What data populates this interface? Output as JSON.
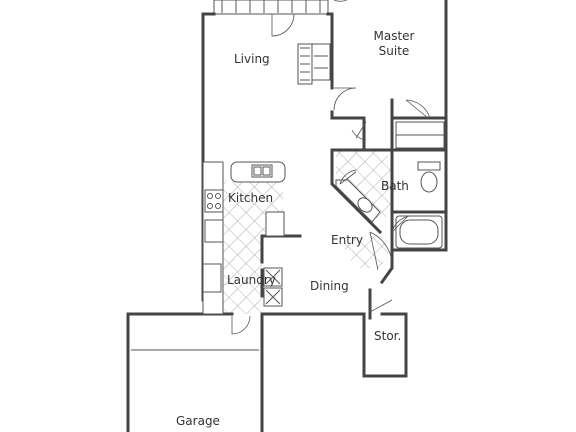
{
  "rooms": {
    "living": "Living",
    "master_suite_line1": "Master",
    "master_suite_line2": "Suite",
    "kitchen": "Kitchen",
    "bath": "Bath",
    "entry": "Entry",
    "laundry": "Laundry",
    "dining": "Dining",
    "storage": "Stor.",
    "garage": "Garage"
  },
  "colors": {
    "wall": "#444444",
    "tile_pattern": "#9a9a9a",
    "label": "#333333"
  }
}
